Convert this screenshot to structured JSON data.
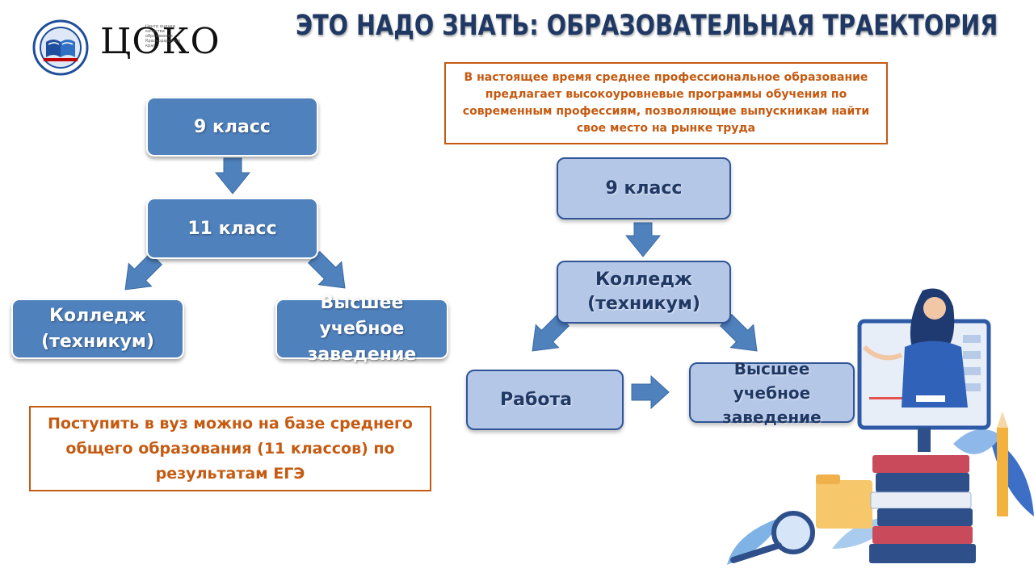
{
  "header": {
    "title": "ЭТО НАДО ЗНАТЬ: ОБРАЗОВАТЕЛЬНАЯ ТРАЕКТОРИЯ",
    "logo_text": "ЦОКО",
    "logo_subtext": "Центр оценки качества образования Краснодарского края"
  },
  "left_flow": {
    "grade9": "9 класс",
    "grade11": "11 класс",
    "college": "Колледж (техникум)",
    "university": "Высшее учебное заведение",
    "note": "Поступить в вуз можно на базе среднего общего образования (11 классов) по результатам ЕГЭ"
  },
  "right_flow": {
    "note": "В настоящее время среднее профессиональное образование предлагает высокоуровневые программы обучения по современным профессиям, позволяющие выпускникам найти свое место на рынке труда",
    "grade9": "9 класс",
    "college": "Колледж (техникум)",
    "work": "Работа",
    "university": "Высшее учебное заведение"
  },
  "colors": {
    "dark_box": "#4f81bd",
    "light_box": "#b4c7e7",
    "arrow": "#4f81bd",
    "note_border": "#c55a11",
    "title": "#1f3864"
  }
}
